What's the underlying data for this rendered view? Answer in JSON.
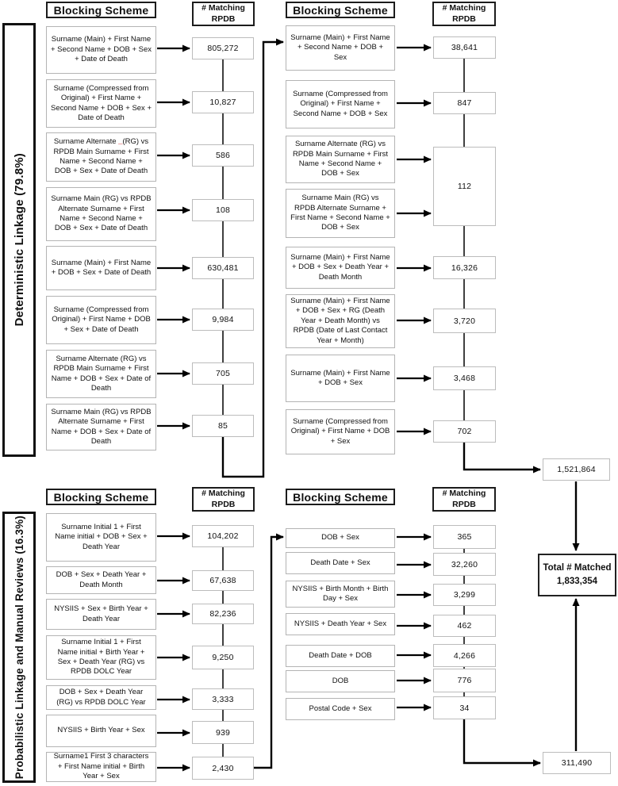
{
  "sections": {
    "deterministic_label": "Deterministic Linkage (79.8%)",
    "probabilistic_label": "Probabilistic Linkage and Manual Reviews (16.3%)"
  },
  "headers": {
    "blocking_scheme": "Blocking Scheme",
    "matching_line1": "# Matching",
    "matching_line2": "RPDB"
  },
  "columns": {
    "det_left": {
      "rows": [
        {
          "scheme": "Surname (Main) + First Name + Second Name + DOB + Sex + Date of Death",
          "value": "805,272"
        },
        {
          "scheme": "Surname (Compressed from Original) + First Name + Second Name + DOB + Sex + Date of Death",
          "value": "10,827"
        },
        {
          "scheme": "Surname Alternate _(RG) vs RPDB Main Surname + First Name + Second Name + DOB + Sex + Date of Death",
          "value": "586"
        },
        {
          "scheme": "Surname Main (RG) vs RPDB Alternate Surname + First Name + Second Name + DOB + Sex + Date of Death",
          "value": "108"
        },
        {
          "scheme": "Surname (Main) + First Name + DOB + Sex + Date of Death",
          "value": "630,481"
        },
        {
          "scheme": "Surname (Compressed from Original) + First Name + DOB + Sex + Date of Death",
          "value": "9,984"
        },
        {
          "scheme": "Surname Alternate (RG) vs RPDB Main Surname + First Name + DOB + Sex + Date of Death",
          "value": "705"
        },
        {
          "scheme": "Surname Main (RG) vs RPDB Alternate Surname + First Name + DOB + Sex + Date of Death",
          "value": "85"
        }
      ]
    },
    "det_right": {
      "rows": [
        {
          "scheme": "Surname (Main) + First Name + Second Name + DOB + Sex",
          "value": "38,641"
        },
        {
          "scheme": "Surname (Compressed from Original) + First Name + Second Name + DOB + Sex",
          "value": "847"
        },
        {
          "scheme": "Surname Alternate (RG) vs RPDB Main Surname + First Name + Second Name + DOB + Sex",
          "value": ""
        },
        {
          "scheme": "Surname Main (RG) vs RPDB Alternate Surname + First Name + Second Name + DOB + Sex",
          "value": ""
        },
        {
          "scheme": "Surname (Main) + First Name + DOB + Sex + Death Year + Death Month",
          "value": "16,326"
        },
        {
          "scheme": "Surname (Main) + First Name + DOB + Sex + RG (Death Year + Death Month) vs RPDB (Date of Last Contact Year + Month)",
          "value": "3,720"
        },
        {
          "scheme": "Surname (Main) + First Name + DOB + Sex",
          "value": "3,468"
        },
        {
          "scheme": "Surname (Compressed from Original) + First Name + DOB + Sex",
          "value": "702"
        }
      ],
      "merged_value": "112"
    },
    "prob_left": {
      "rows": [
        {
          "scheme": "Surname Initial 1 + First Name initial + DOB + Sex + Death Year",
          "value": "104,202"
        },
        {
          "scheme": "DOB + Sex + Death Year + Death Month",
          "value": "67,638"
        },
        {
          "scheme": "NYSIIS + Sex + Birth Year + Death Year",
          "value": "82,236"
        },
        {
          "scheme": "Surname Initial 1 + First Name initial + Birth Year + Sex + Death Year (RG) vs RPDB DOLC Year",
          "value": "9,250"
        },
        {
          "scheme": "DOB + Sex + Death Year (RG) vs RPDB DOLC Year",
          "value": "3,333"
        },
        {
          "scheme": "NYSIIS + Birth Year + Sex",
          "value": "939"
        },
        {
          "scheme": "Surname1 First 3 characters + First Name initial + Birth Year + Sex",
          "value": "2,430"
        }
      ]
    },
    "prob_right": {
      "rows": [
        {
          "scheme": "DOB + Sex",
          "value": "365"
        },
        {
          "scheme": "Death Date + Sex",
          "value": "32,260"
        },
        {
          "scheme": "NYSIIS + Birth Month + Birth Day + Sex",
          "value": "3,299"
        },
        {
          "scheme": "NYSIIS + Death Year + Sex",
          "value": "462"
        },
        {
          "scheme": "Death Date + DOB",
          "value": "4,266"
        },
        {
          "scheme": "DOB",
          "value": "776"
        },
        {
          "scheme": "Postal Code + Sex",
          "value": "34"
        }
      ]
    }
  },
  "special": {
    "alt_rg": {
      "pre": "Surname Alternate",
      "mark": "_",
      "post": "(RG) vs RPDB Main Surname + First Name + Second Name + DOB + Sex + Date of Death"
    }
  },
  "results": {
    "deterministic_total": "1,521,864",
    "probabilistic_total": "311,490",
    "total_label": "Total # Matched",
    "total_value": "1,833,354"
  }
}
